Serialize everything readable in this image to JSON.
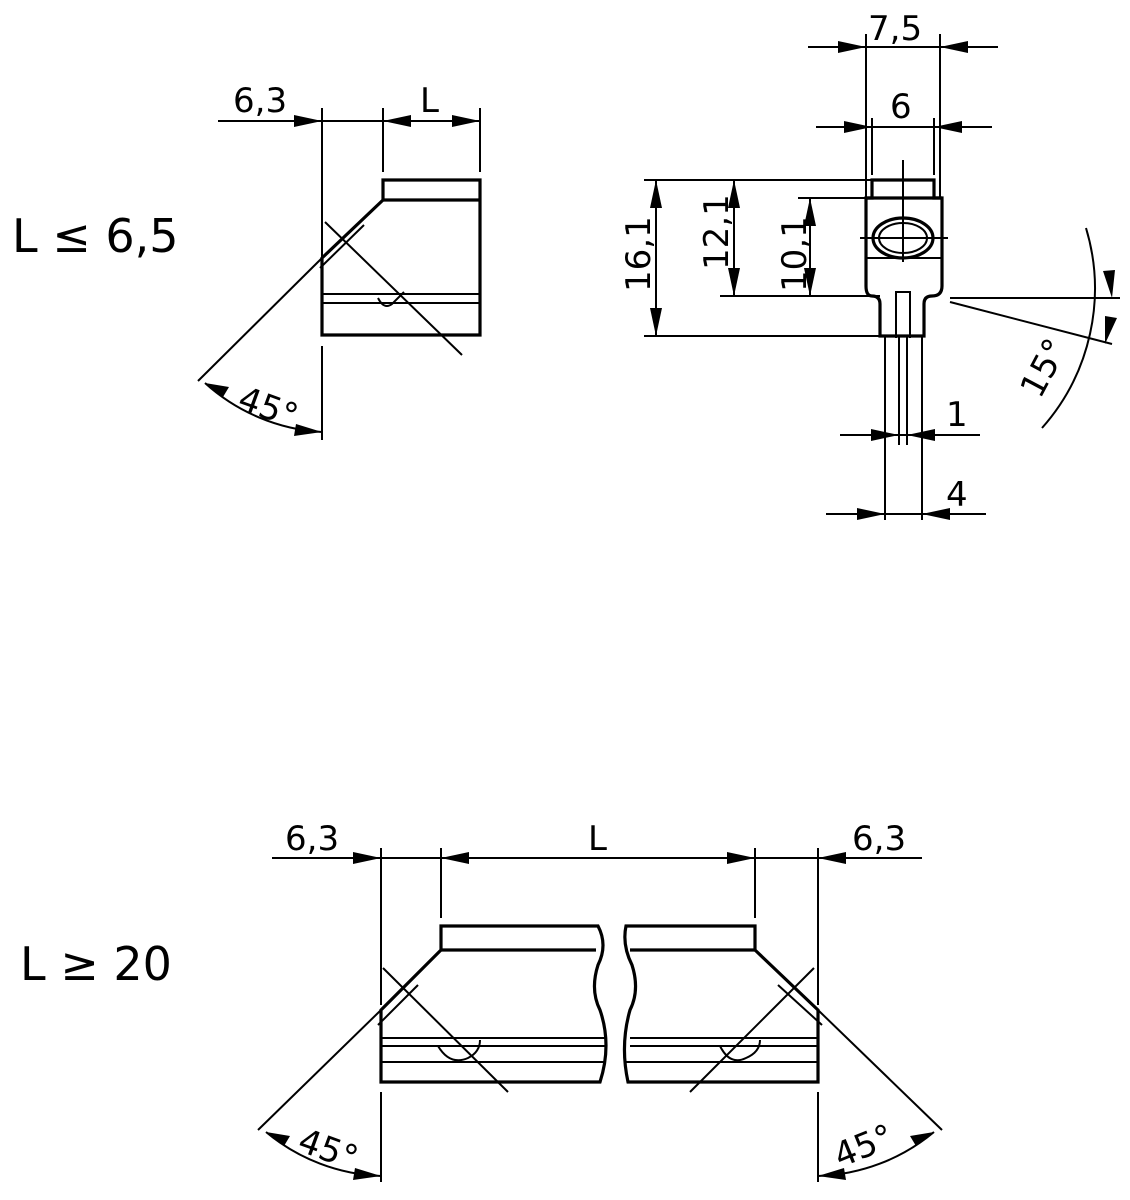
{
  "top_left": {
    "condition": "L ≤ 6,5",
    "dim_offset": "6,3",
    "dim_length": "L",
    "angle": "45°"
  },
  "top_right": {
    "width_outer": "7,5",
    "width_inner": "6",
    "height_total": "16,1",
    "height_mid": "12,1",
    "height_inner": "10,1",
    "angle": "15°",
    "pin_thickness": "1",
    "pin_pitch": "4"
  },
  "bottom": {
    "condition": "L ≥ 20",
    "dim_offset_left": "6,3",
    "dim_length": "L",
    "dim_offset_right": "6,3",
    "angle_left": "45°",
    "angle_right": "45°"
  }
}
